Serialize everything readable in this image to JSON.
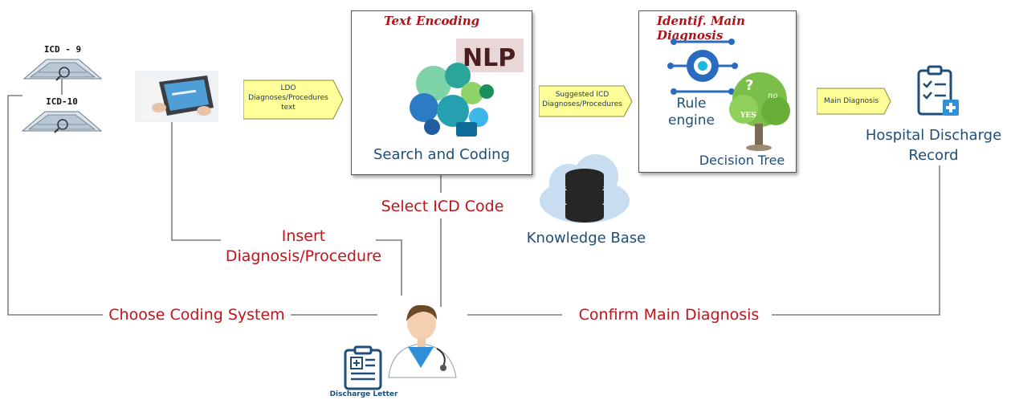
{
  "coding_systems": {
    "icd9": "ICD - 9",
    "icd10": "ICD-10"
  },
  "steps": {
    "text_encoding": "Text Encoding",
    "search_coding": "Search and Coding",
    "nlp": "NLP",
    "identif_main_diagnosis": "Identif. Main Diagnosis",
    "rule_engine_line1": "Rule",
    "rule_engine_line2": "engine",
    "decision_tree": "Decision Tree",
    "tree_question": "?",
    "tree_no": "no",
    "tree_yes": "YES"
  },
  "arrows": {
    "ldo_line1": "LDO",
    "ldo_line2": "Diagnoses/Procedures",
    "ldo_line3": "text",
    "suggested_line1": "Suggested ICD",
    "suggested_line2": "Diagnoses/Procedures",
    "main_diagnosis": "Main Diagnosis"
  },
  "outputs": {
    "hdr_line1": "Hospital Discharge",
    "hdr_line2": "Record",
    "knowledge_base": "Knowledge Base",
    "discharge_letter": "Discharge Letter"
  },
  "actions": {
    "select_icd_code": "Select ICD Code",
    "insert_line1": "Insert",
    "insert_line2": "Diagnosis/Procedure",
    "choose_coding_system": "Choose Coding System",
    "confirm_main_diagnosis": "Confirm Main Diagnosis"
  },
  "colors": {
    "action_red": "#c0141b",
    "label_blue": "#1f4e79",
    "arrow_fill": "#ffff99",
    "line_gray": "#7f7f7f"
  }
}
